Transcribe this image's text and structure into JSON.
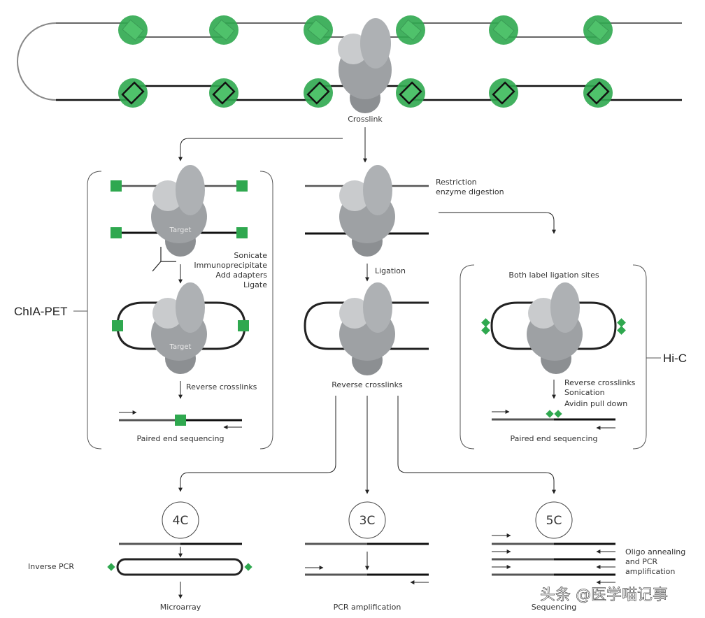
{
  "diagram": {
    "top": {
      "crosslink_label": "Crosslink"
    },
    "chia_pet": {
      "title": "ChIA-PET",
      "target_label": "Target",
      "steps_1": [
        "Sonicate",
        "Immunoprecipitate",
        "Add adapters",
        "Ligate"
      ],
      "step_2": "Reverse crosslinks",
      "step_3": "Paired end sequencing"
    },
    "center": {
      "digestion": [
        "Restriction",
        "enzyme digestion"
      ],
      "ligation": "Ligation",
      "reverse": "Reverse crosslinks"
    },
    "hi_c": {
      "title": "Hi-C",
      "label_sites": "Both label ligation sites",
      "steps": [
        "Reverse crosslinks",
        "Sonication",
        "Avidin pull down"
      ],
      "final": "Paired end sequencing"
    },
    "methods": {
      "four_c": {
        "name": "4C",
        "step": "Inverse PCR",
        "result": "Microarray"
      },
      "three_c": {
        "name": "3C",
        "result": "PCR amplification"
      },
      "five_c": {
        "name": "5C",
        "step": [
          "Oligo annealing",
          "and PCR",
          "amplification"
        ],
        "result": "Sequencing"
      }
    },
    "watermark": "头条 @医学喵记事",
    "colors": {
      "green": "#2fa84f",
      "green_dark": "#1e8a3a",
      "strand_gray": "#555555",
      "strand_black": "#111111",
      "protein_light": "#c4c6c8",
      "protein_mid": "#a3a6a9",
      "protein_dark": "#8c8f92"
    }
  }
}
